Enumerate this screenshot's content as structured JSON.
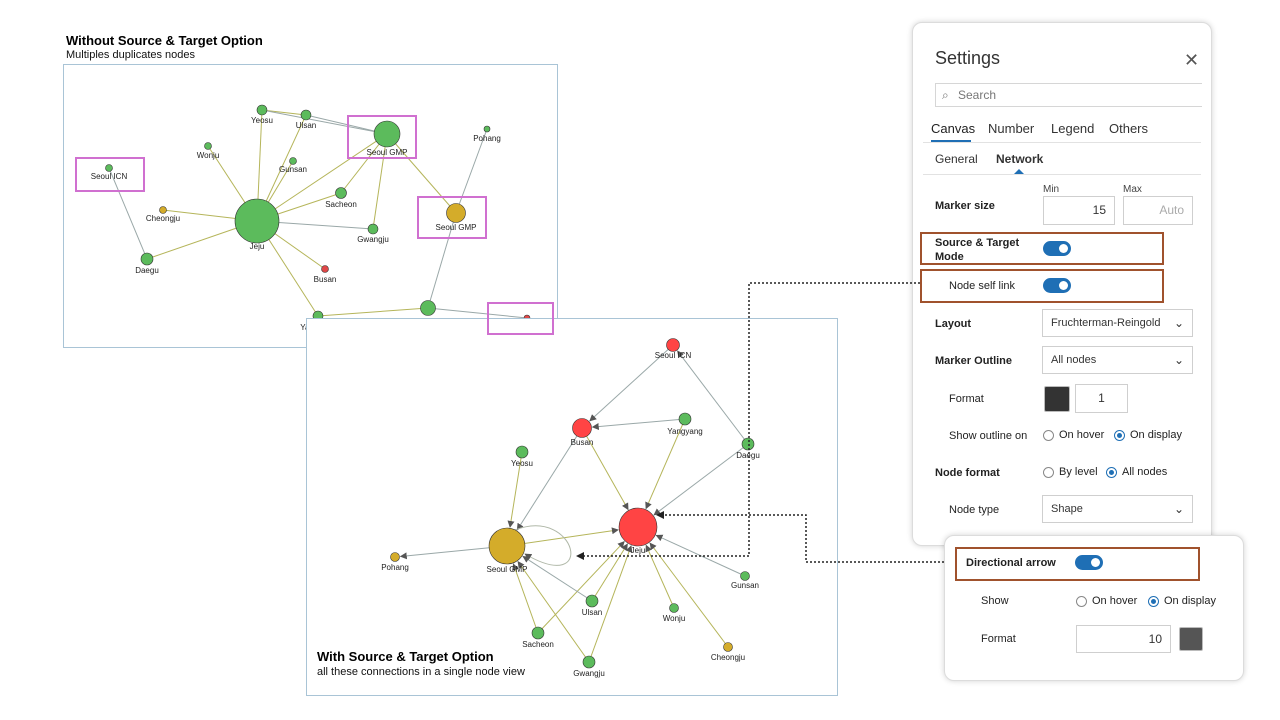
{
  "top_section": {
    "title": "Without Source & Target Option",
    "subtitle": "Multiples duplicates nodes"
  },
  "bottom_section": {
    "title": "With Source & Target Option",
    "subtitle": "all these connections in a single node view"
  },
  "graph_top": {
    "nodes": [
      {
        "id": "jeju",
        "label": "Jeju",
        "color": "#5cbb5c"
      },
      {
        "id": "yeosu",
        "label": "Yeosu",
        "color": "#5cbb5c"
      },
      {
        "id": "ulsan",
        "label": "Ulsan",
        "color": "#5cbb5c"
      },
      {
        "id": "wonju",
        "label": "Wonju",
        "color": "#5cbb5c"
      },
      {
        "id": "gunsan",
        "label": "Gunsan",
        "color": "#5cbb5c"
      },
      {
        "id": "seoul_gmp_g",
        "label": "Seoul GMP",
        "color": "#5cbb5c"
      },
      {
        "id": "pohang",
        "label": "Pohang",
        "color": "#5cbb5c"
      },
      {
        "id": "seoul_icn_g",
        "label": "Seoul ICN",
        "color": "#5cbb5c"
      },
      {
        "id": "cheongju",
        "label": "Cheongju",
        "color": "#d4ac2a"
      },
      {
        "id": "sacheon",
        "label": "Sacheon",
        "color": "#5cbb5c"
      },
      {
        "id": "seoul_gmp_y",
        "label": "Seoul GMP",
        "color": "#d4ac2a"
      },
      {
        "id": "gwangju",
        "label": "Gwangju",
        "color": "#5cbb5c"
      },
      {
        "id": "daegu",
        "label": "Daegu",
        "color": "#5cbb5c"
      },
      {
        "id": "busan_r",
        "label": "Busan",
        "color": "#e04848"
      },
      {
        "id": "busan_g",
        "label": "Busan",
        "color": "#5cbb5c"
      },
      {
        "id": "yangyang",
        "label": "Yangyang",
        "color": "#5cbb5c"
      },
      {
        "id": "seoul_icn_r",
        "label": "Seoul ICN",
        "color": "#e04848"
      }
    ]
  },
  "graph_bottom": {
    "nodes": [
      {
        "id": "seoul_icn",
        "label": "Seoul ICN",
        "color": "#ff4444"
      },
      {
        "id": "busan",
        "label": "Busan",
        "color": "#ff4444"
      },
      {
        "id": "yangyang",
        "label": "Yangyang",
        "color": "#5cbb5c"
      },
      {
        "id": "daegu",
        "label": "Daegu",
        "color": "#5cbb5c"
      },
      {
        "id": "yeosu",
        "label": "Yeosu",
        "color": "#5cbb5c"
      },
      {
        "id": "jeju",
        "label": "Jeju",
        "color": "#ff4444"
      },
      {
        "id": "seoul_gmp",
        "label": "Seoul GMP",
        "color": "#d4ac2a"
      },
      {
        "id": "pohang",
        "label": "Pohang",
        "color": "#d4ac2a"
      },
      {
        "id": "ulsan",
        "label": "Ulsan",
        "color": "#5cbb5c"
      },
      {
        "id": "gunsan",
        "label": "Gunsan",
        "color": "#5cbb5c"
      },
      {
        "id": "wonju",
        "label": "Wonju",
        "color": "#5cbb5c"
      },
      {
        "id": "sacheon",
        "label": "Sacheon",
        "color": "#5cbb5c"
      },
      {
        "id": "gwangju",
        "label": "Gwangju",
        "color": "#5cbb5c"
      },
      {
        "id": "cheongju",
        "label": "Cheongju",
        "color": "#d4ac2a"
      }
    ]
  },
  "settings": {
    "title": "Settings",
    "search_placeholder": "Search",
    "tabs": [
      "Canvas",
      "Number",
      "Legend",
      "Others"
    ],
    "subtabs": [
      "General",
      "Network"
    ],
    "marker_size": {
      "label": "Marker size",
      "min_label": "Min",
      "max_label": "Max",
      "min_value": "15",
      "max_placeholder": "Auto"
    },
    "source_target_mode": {
      "label": "Source & Target Mode",
      "on": true
    },
    "node_self_link": {
      "label": "Node self link",
      "on": true
    },
    "layout": {
      "label": "Layout",
      "value": "Fruchterman-Reingold"
    },
    "marker_outline": {
      "label": "Marker Outline",
      "value": "All nodes"
    },
    "format": {
      "label": "Format",
      "value": "1",
      "color": "#333333"
    },
    "show_outline_on": {
      "label": "Show outline on",
      "options": [
        "On hover",
        "On display"
      ],
      "selected": "On display"
    },
    "node_format": {
      "label": "Node format",
      "options": [
        "By level",
        "All nodes"
      ],
      "selected": "All nodes"
    },
    "node_type": {
      "label": "Node type",
      "value": "Shape"
    }
  },
  "arrow_panel": {
    "directional_arrow": {
      "label": "Directional arrow",
      "on": true
    },
    "show": {
      "label": "Show",
      "options": [
        "On hover",
        "On display"
      ],
      "selected": "On display"
    },
    "format": {
      "label": "Format",
      "value": "10",
      "color": "#555555"
    }
  },
  "colors": {
    "accent": "#1f6fb5",
    "highlight_box": "#d070d0",
    "callout_box": "#a0522d"
  }
}
